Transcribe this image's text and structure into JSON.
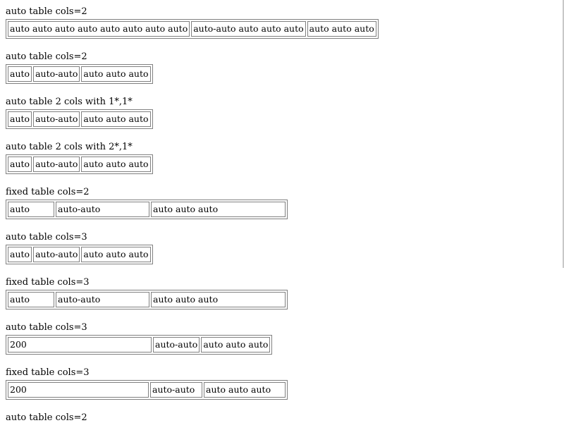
{
  "sections": [
    {
      "caption": "auto table cols=2",
      "cells": [
        "auto auto auto auto auto auto auto auto",
        "auto-auto auto auto auto",
        "auto auto auto"
      ]
    },
    {
      "caption": "auto table cols=2",
      "cells": [
        "auto",
        "auto-auto",
        "auto auto auto"
      ]
    },
    {
      "caption": "auto table 2 cols with 1*,1*",
      "cells": [
        "auto",
        "auto-auto",
        "auto auto auto"
      ]
    },
    {
      "caption": "auto table 2 cols with 2*,1*",
      "cells": [
        "auto",
        "auto-auto",
        "auto auto auto"
      ]
    },
    {
      "caption": "fixed table cols=2",
      "cells": [
        "auto",
        "auto-auto",
        "auto auto auto"
      ]
    },
    {
      "caption": "auto table cols=3",
      "cells": [
        "auto",
        "auto-auto",
        "auto auto auto"
      ]
    },
    {
      "caption": "fixed table cols=3",
      "cells": [
        "auto",
        "auto-auto",
        "auto auto auto"
      ]
    },
    {
      "caption": "auto table cols=3",
      "cells": [
        "200",
        "auto-auto",
        "auto auto auto"
      ]
    },
    {
      "caption": "fixed table cols=3",
      "cells": [
        "200",
        "auto-auto",
        "auto auto auto"
      ]
    },
    {
      "caption": "auto table cols=2",
      "cells": []
    }
  ]
}
